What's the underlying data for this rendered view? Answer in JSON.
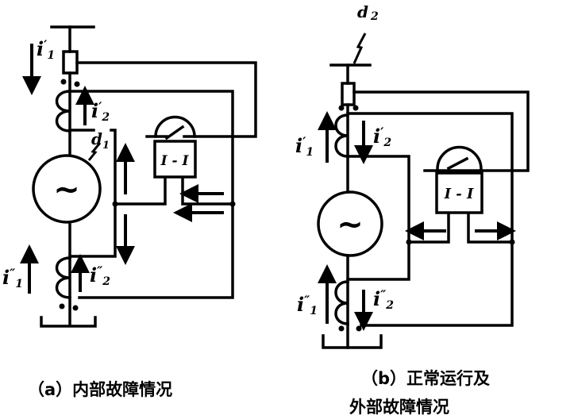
{
  "diagram_a": {
    "caption": "（a）内部故障情况",
    "relay_label": "I - I",
    "fault_label": "d",
    "fault_sub": "1",
    "labels": {
      "i1p": {
        "base": "i",
        "prime": "′",
        "sub": "1"
      },
      "i2p": {
        "base": "i",
        "prime": "′",
        "sub": "2"
      },
      "i1pp": {
        "base": "i",
        "prime": "″",
        "sub": "1"
      },
      "i2pp": {
        "base": "i",
        "prime": "″",
        "sub": "2"
      }
    },
    "generator_symbol": "~"
  },
  "diagram_b": {
    "caption_line1": "（b）正常运行及",
    "caption_line2": "外部故障情况",
    "relay_label": "I - I",
    "fault_label": "d",
    "fault_sub": "2",
    "labels": {
      "i1p": {
        "base": "i",
        "prime": "′",
        "sub": "1"
      },
      "i2p": {
        "base": "i",
        "prime": "′",
        "sub": "2"
      },
      "i1pp": {
        "base": "i",
        "prime": "″",
        "sub": "1"
      },
      "i2pp": {
        "base": "i",
        "prime": "″",
        "sub": "2"
      }
    },
    "generator_symbol": "~"
  }
}
